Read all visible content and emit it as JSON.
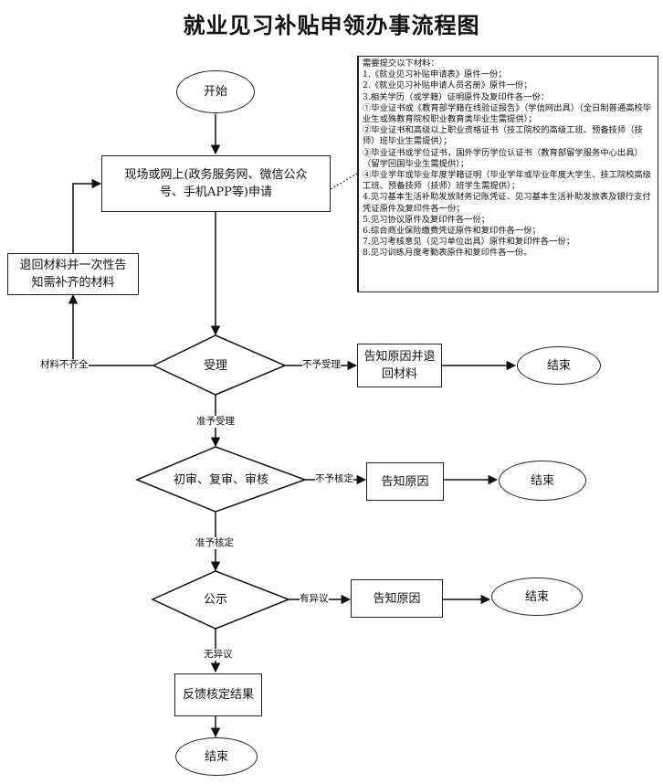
{
  "title": "就业见习补贴申领办事流程图",
  "nodes": {
    "start": "开始",
    "apply": "现场或网上(政务服务网、微信公众号、手机APP等)申请",
    "return_materials": "退回材料并一次性告知需补齐的材料",
    "accept": "受理",
    "reject_notice": "告知原因并退回材料",
    "end1": "结束",
    "review": "初审、复审、审核",
    "notify1": "告知原因",
    "end2": "结束",
    "publicity": "公示",
    "notify2": "告知原因",
    "end3": "结束",
    "feedback": "反馈核定结果",
    "end_final": "结束"
  },
  "edge_labels": {
    "incomplete": "材料不齐全",
    "not_accepted": "不予受理",
    "accepted": "准予受理",
    "not_approved": "不予核定",
    "approved": "准予核定",
    "objection": "有异议",
    "no_objection": "无异议"
  },
  "requirements": {
    "heading": "需要提交以下材料：",
    "items": [
      "1.《就业见习补贴申请表》原件一份；",
      "2.《就业见习补贴申请人员名册》原件一份；",
      "3.相关学历（或学籍）证明原件及复印件各一份：",
      "①毕业证书或《教育部学籍在线验证报告》（学信网出具）（全日制普通高校毕业生或殊教育院校职业教育类毕业生需提供）；",
      "②毕业证书和高级以上职业资格证书（技工院校的高级工班、预备技师（技师）班毕业生需提供）；",
      "③毕业证书或学位证书，国外学历学位认证书（教育部留学服务中心出具）（留学回国毕业生需提供）；",
      "④毕业学年或毕业年度学籍证明（毕业学年或毕业年度大学生、技工院校高级工班、预备技师（技师）班学生需提供）；",
      "4.见习基本生活补助发放财务记账凭证、见习基本生活补助发放表及银行支付凭证原件及复印件各一份；",
      "5.见习协议原件及复印件各一份；",
      "6.综合商业保险缴费凭证原件和复印件各一份；",
      "7.见习考核意见（见习单位出具）原件和复印件各一份；",
      "8.见习训练月度考勤表原件和复印件各一份。"
    ]
  }
}
